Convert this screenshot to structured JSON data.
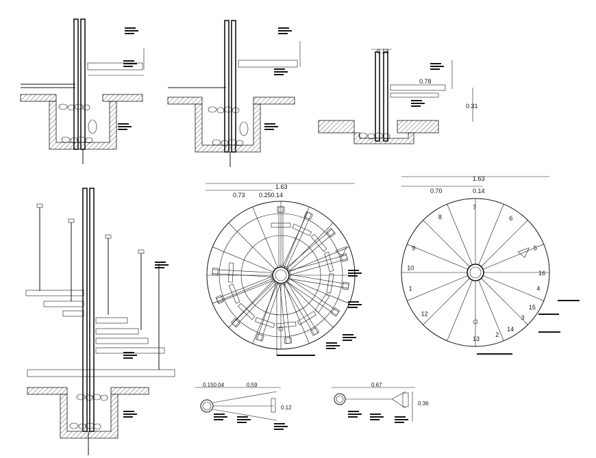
{
  "drawing": {
    "plan_left": {
      "overall_dim": "1.63",
      "left_dim": "0.73",
      "right_dim": "0.250.14"
    },
    "plan_right": {
      "overall_dim": "1.63",
      "left_dim": "0.70",
      "right_dim": "0.14",
      "step_numbers": [
        "1",
        "2",
        "3",
        "4",
        "5",
        "6",
        "7",
        "8",
        "9",
        "10",
        "12",
        "13",
        "14",
        "15",
        "16"
      ]
    },
    "section_right": {
      "top_dim": "0.13",
      "mid_dim": "0.78",
      "side_dim": "0.31"
    },
    "detail_left": {
      "top_dim_a": "0.150.04",
      "top_dim_b": "0.59",
      "side_dim": "0.12"
    },
    "detail_right": {
      "top_dim": "0.67",
      "side_dim": "0.36"
    }
  }
}
